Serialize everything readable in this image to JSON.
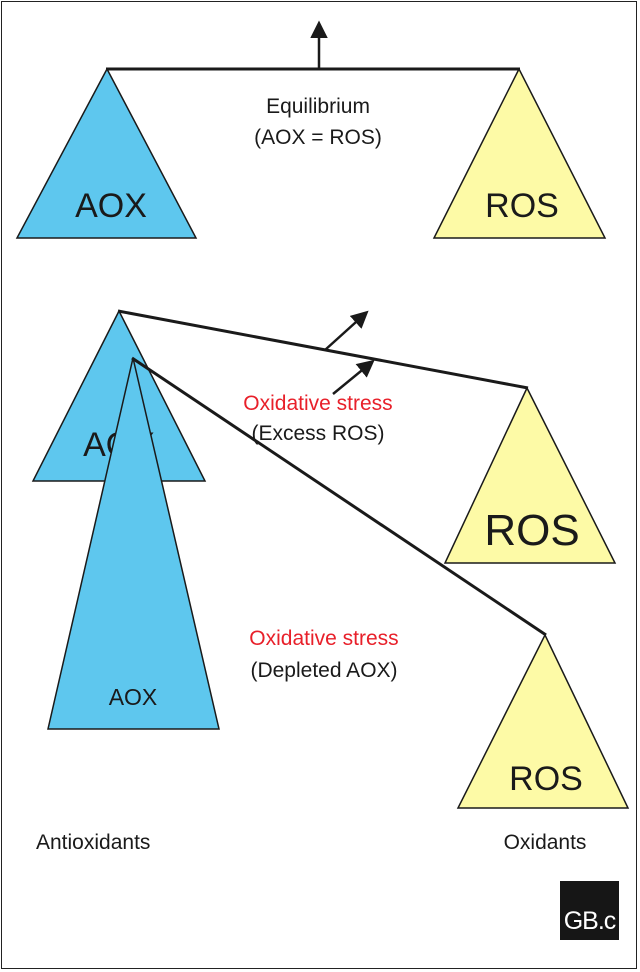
{
  "colors": {
    "aox_fill": "#5ec7ee",
    "ros_fill": "#fdfaa6",
    "outline": "#1a1a1a",
    "stress_text": "#e8202a",
    "normal_text": "#1a1a1a",
    "logo_bg": "#161616"
  },
  "panels": [
    {
      "state": "equilibrium",
      "left_label": "AOX",
      "right_label": "ROS",
      "title": "Equilibrium",
      "subtitle": "(AOX = ROS)"
    },
    {
      "state": "excess-ros",
      "left_label": "AOX",
      "right_label": "ROS",
      "title": "Oxidative stress",
      "subtitle": "(Excess ROS)"
    },
    {
      "state": "depleted-aox",
      "left_label": "AOX",
      "right_label": "ROS",
      "title": "Oxidative stress",
      "subtitle": "(Depleted AOX)"
    }
  ],
  "footer": {
    "left_caption": "Antioxidants",
    "right_caption": "Oxidants"
  },
  "logo": {
    "text": "GB.c"
  }
}
